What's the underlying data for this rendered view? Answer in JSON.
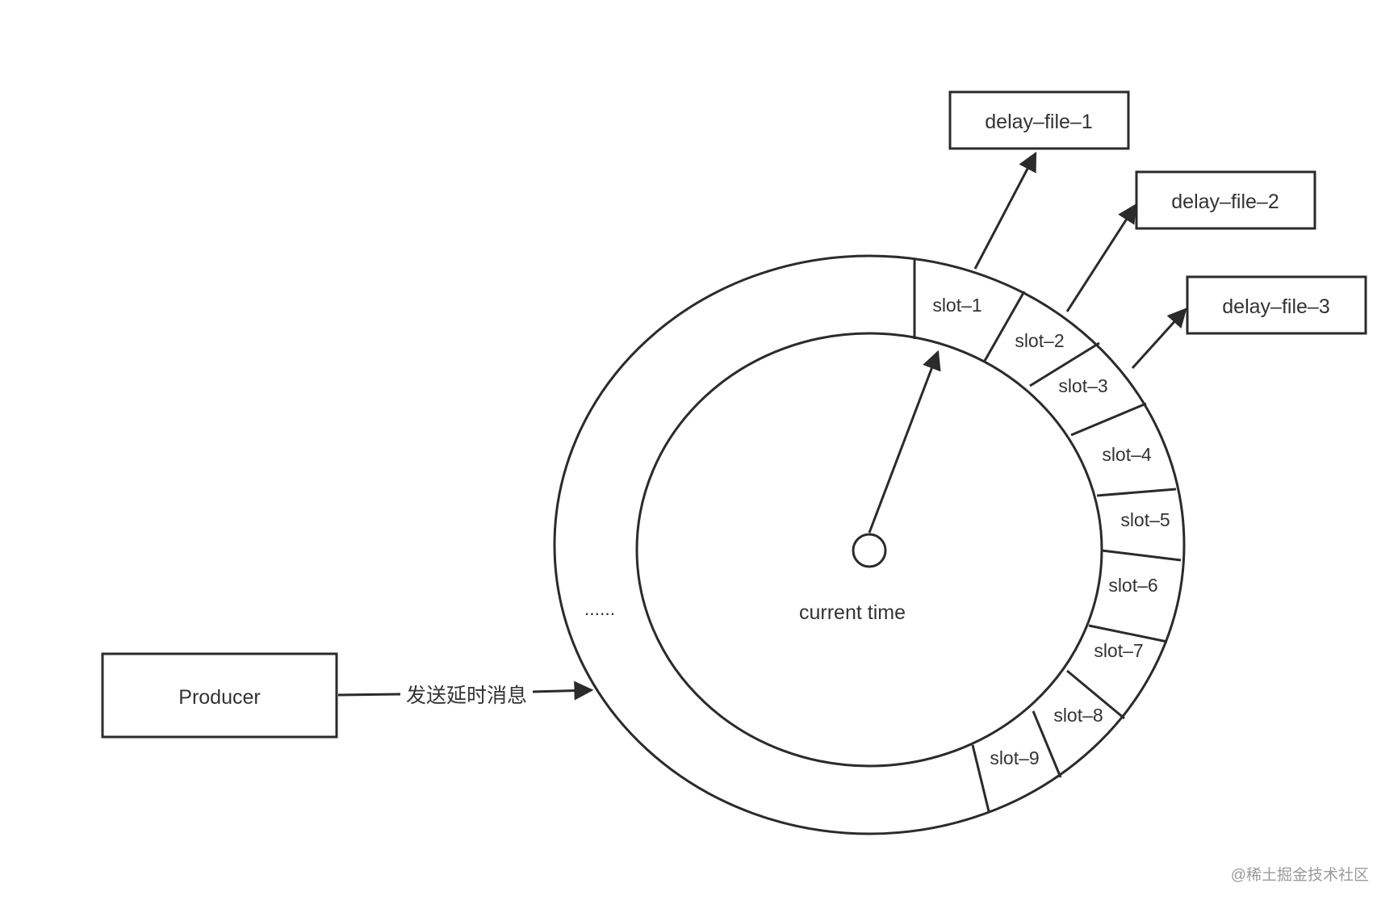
{
  "producer": {
    "label": "Producer"
  },
  "send_label": "发送延时消息",
  "center_label": "current time",
  "ellipsis": "......",
  "slots": [
    "slot–1",
    "slot–2",
    "slot–3",
    "slot–4",
    "slot–5",
    "slot–6",
    "slot–7",
    "slot–8",
    "slot–9"
  ],
  "delay_files": [
    "delay–file–1",
    "delay–file–2",
    "delay–file–3"
  ],
  "watermark": "@稀土掘金技术社区"
}
